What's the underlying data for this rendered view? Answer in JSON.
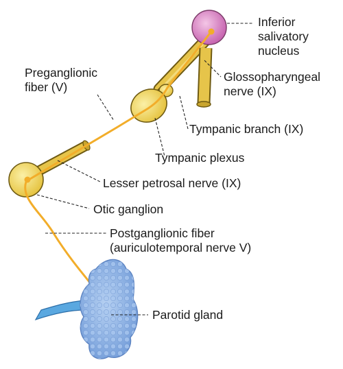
{
  "labels": {
    "inferior_salivatory_nucleus": {
      "line1": "Inferior",
      "line2": "salivatory",
      "line3": "nucleus"
    },
    "glossopharyngeal_nerve": {
      "line1": "Glossopharyngeal",
      "line2": "nerve (IX)"
    },
    "tympanic_branch": "Tympanic branch (IX)",
    "tympanic_plexus": "Tympanic plexus",
    "preganglionic_fiber": {
      "line1": "Preganglionic",
      "line2": "fiber (V)"
    },
    "lesser_petrosal_nerve": "Lesser petrosal nerve (IX)",
    "otic_ganglion": "Otic ganglion",
    "postganglionic_fiber": {
      "line1": "Postganglionic fiber",
      "line2": "(auriculotemporal nerve V)"
    },
    "parotid_gland": "Parotid gland"
  },
  "colors": {
    "nerve_fill": "#e6c44a",
    "nerve_edge": "#6e5a12",
    "fiber": "#f2ad2a",
    "nucleus": "#d98fc4",
    "ganglion": "#f3dd6e",
    "gland": "#8fb4e6",
    "duct": "#5aa8e0"
  }
}
